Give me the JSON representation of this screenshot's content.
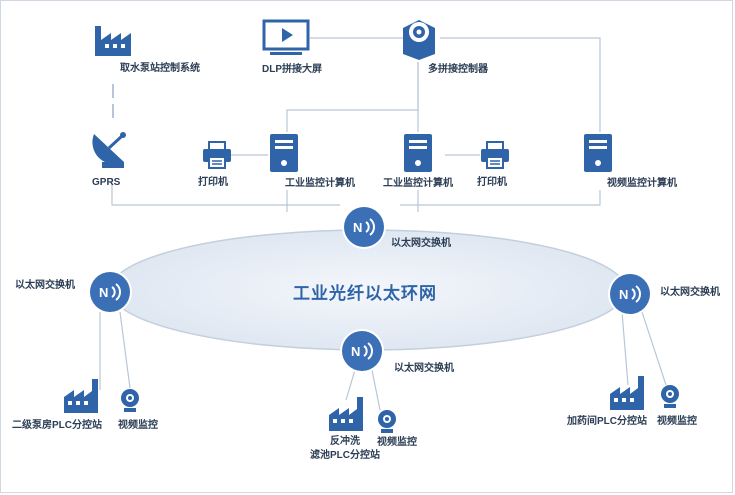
{
  "diagram": {
    "ring_label": "工业光纤以太环网",
    "nodes": {
      "pump_station": "取水泵站控制系统",
      "dlp": "DLP拼接大屏",
      "multi_controller": "多拼接控制器",
      "gprs": "GPRS",
      "printer_left": "打印机",
      "ind_pc_1": "工业监控计算机",
      "ind_pc_2": "工业监控计算机",
      "printer_right": "打印机",
      "video_pc": "视频监控计算机",
      "switch_top": "以太网交换机",
      "switch_left": "以太网交换机",
      "switch_right": "以太网交换机",
      "switch_bottom": "以太网交换机",
      "plc_secondary": "二级泵房PLC分控站",
      "video_left": "视频监控",
      "backwash_line1": "反冲洗",
      "backwash_line2": "滤池PLC分控站",
      "video_bottom": "视频监控",
      "dosing_plc": "加药间PLC分控站",
      "video_right": "视频监控"
    },
    "colors": {
      "icon": "#2f64a8",
      "switch": "#3b6fb6",
      "ring_fill": "#e3eaf4",
      "line": "#b9c6d6"
    }
  }
}
